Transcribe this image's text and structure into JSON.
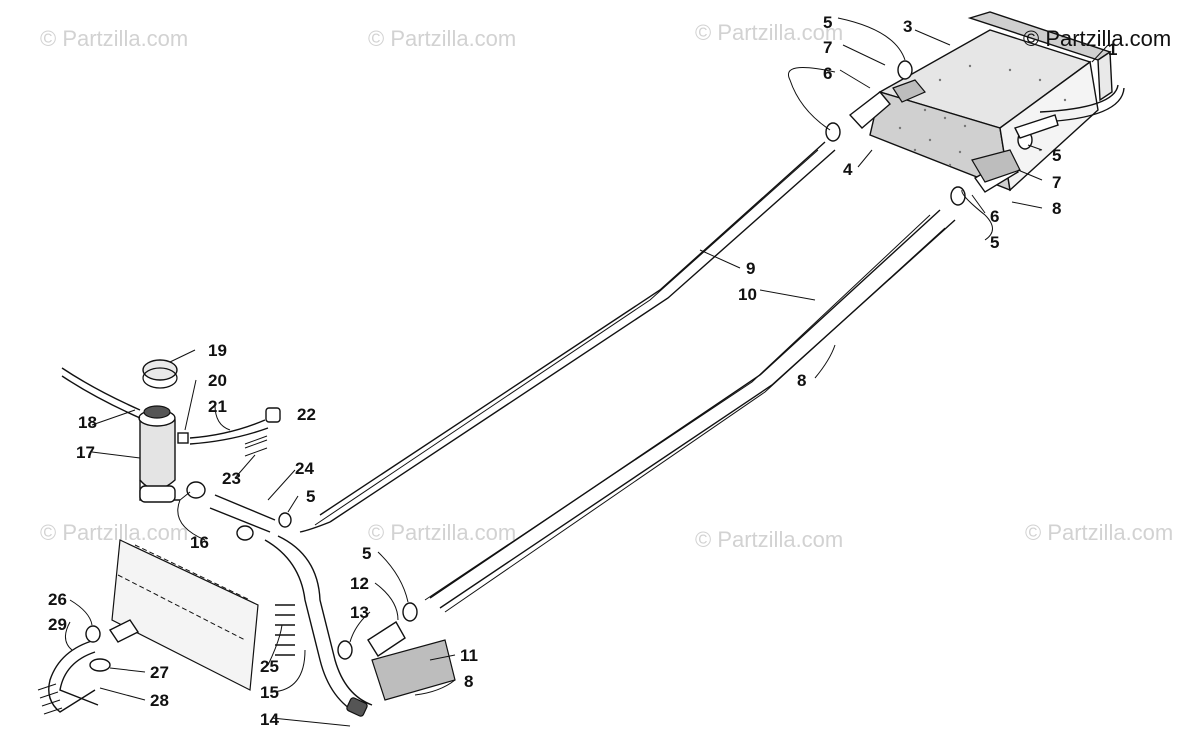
{
  "brand": "© Partzilla.com",
  "watermark": "© Partzilla.com",
  "labels": {
    "p1": "1",
    "p3": "3",
    "p4": "4",
    "p5a": "5",
    "p7a": "7",
    "p6a": "6",
    "p5b": "5",
    "p7b": "7",
    "p8a": "8",
    "p6b": "6",
    "p5c": "5",
    "p9": "9",
    "p10": "10",
    "p8b": "8",
    "p19": "19",
    "p20": "20",
    "p21": "21",
    "p22": "22",
    "p18": "18",
    "p17": "17",
    "p23": "23",
    "p24": "24",
    "p5d": "5",
    "p16": "16",
    "p5e": "5",
    "p12": "12",
    "p13": "13",
    "p11": "11",
    "p8c": "8",
    "p26": "26",
    "p29": "29",
    "p27": "27",
    "p28": "28",
    "p25": "25",
    "p15": "15",
    "p14": "14"
  }
}
